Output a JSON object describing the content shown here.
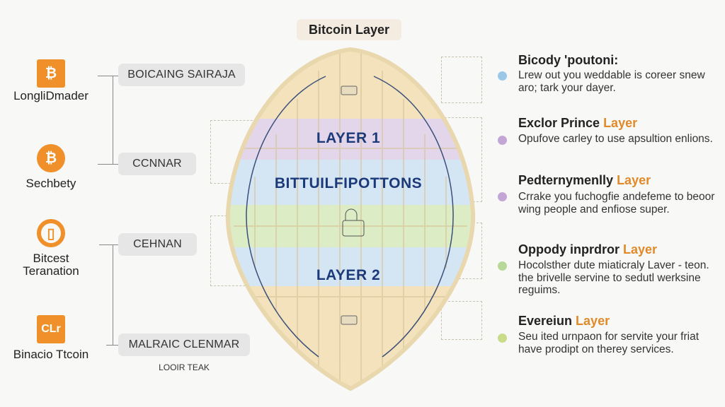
{
  "title": "Bitcoin Layer",
  "left_items": [
    {
      "icon": "bitcoin-chip-icon",
      "glyph": "₿",
      "label": "LongliDmader"
    },
    {
      "icon": "bitcoin-coin-icon",
      "glyph": "₿",
      "label": "Sechbety"
    },
    {
      "icon": "wallet-card-icon",
      "glyph": "▯",
      "label_line1": "Bitcest",
      "label_line2": "Teranation"
    },
    {
      "icon": "chart-box-icon",
      "glyph": "CLr",
      "label": "Binacio Ttcoin"
    }
  ],
  "pills": [
    "BOICAING SAIRAJA",
    "CCNNAR",
    "CEHNAN",
    "MALRAIC CLENMAR"
  ],
  "pill_caption": "LOOIR TEAK",
  "center": {
    "band1": "LAYER 1",
    "band2": "BITTUILFIPOTTONS",
    "band4": "LAYER 2"
  },
  "right_items": [
    {
      "heading": "Bicody 'poutoni:",
      "accent": "",
      "text": "Lrew out you weddable is coreer snew aro; tark your dayer.",
      "dot": "#9cc8e8"
    },
    {
      "heading": "Exclor Prince ",
      "accent": "Layer",
      "text": "Opufove carley to use apsultion enlions.",
      "dot": "#c4a6d6"
    },
    {
      "heading": "Pedternymenlly ",
      "accent": "Layer",
      "text": "Crrake you fuchogfie andefeme to beoor wing people and enfiose super.",
      "dot": "#c4a6d6"
    },
    {
      "heading": "Oppody inprdror ",
      "accent": "Layer",
      "text": "Hocolsther dute miaticraly Laver - teon. the brivelle servine to sedutl werksine reguims.",
      "dot": "#b8d89a"
    },
    {
      "heading": "Evereiun ",
      "accent": "Layer",
      "text": "Seu ited urnpaon for servite your friat have prodipt on therey services.",
      "dot": "#c8dc8a"
    }
  ]
}
